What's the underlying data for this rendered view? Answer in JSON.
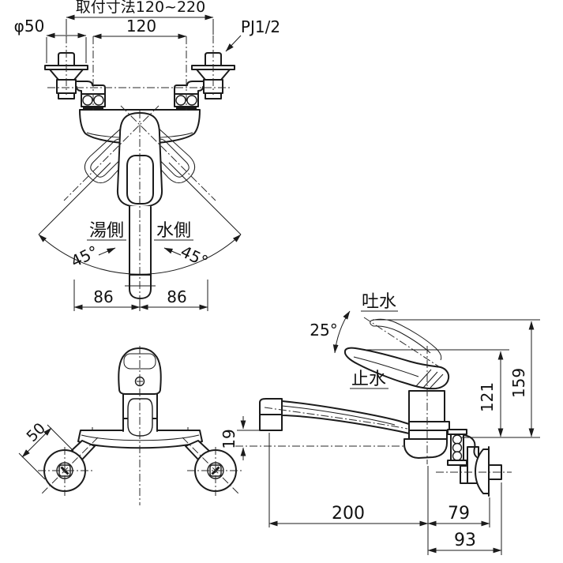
{
  "drawing": {
    "kind": "faucet-dimension-drawing",
    "line_color": "#1b1b1b",
    "background": "#ffffff",
    "front_view": {
      "mounting_span": "取付寸法120~220",
      "flange_diameter": "φ50",
      "inlet_pitch": "120",
      "thread_label": "PJ1/2",
      "hot_side": "湯側",
      "cold_side": "水側",
      "swing_left": "45°",
      "swing_right": "45°",
      "reach_left": "86",
      "reach_right": "86"
    },
    "plan_view": {
      "flange_offset": "50"
    },
    "side_view": {
      "discharge_label": "吐水",
      "stop_label": "止水",
      "lever_angle": "25°",
      "outlet_drop": "19",
      "lever_height": "121",
      "total_height": "159",
      "spout_length": "200",
      "wall_offset": "79",
      "shank_length": "93"
    }
  }
}
